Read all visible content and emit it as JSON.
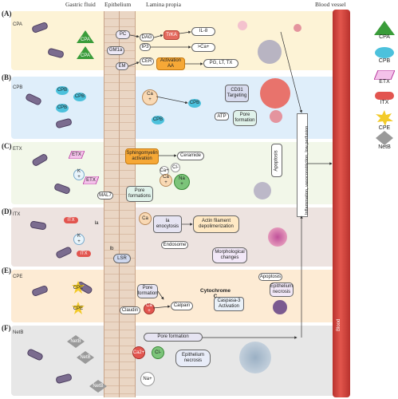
{
  "columns": {
    "gastric": "Gastric fluid",
    "epithelium": "Epithelium",
    "lamina": "Lamina propia",
    "vessel": "Blood vessel"
  },
  "panels": [
    {
      "id": "A",
      "label": "(A)",
      "name": "CPA",
      "color": "#fdf3d6"
    },
    {
      "id": "B",
      "label": "(B)",
      "name": "CPB",
      "color": "#dfeefa"
    },
    {
      "id": "C",
      "label": "(C)",
      "name": "ETX",
      "color": "#f2f7e9"
    },
    {
      "id": "D",
      "label": "(D)",
      "name": "ITX",
      "color": "#ede3e0"
    },
    {
      "id": "E",
      "label": "(E)",
      "name": "CPE",
      "color": "#fdebd4"
    },
    {
      "id": "F",
      "label": "(F)",
      "name": "NetB",
      "color": "#e7e7e7"
    }
  ],
  "legend": [
    {
      "label": "CPA",
      "shape": "triangle",
      "color": "#3a9c3a"
    },
    {
      "label": "CPB",
      "shape": "ellipse",
      "color": "#4cc1dc"
    },
    {
      "label": "ETX",
      "shape": "parallelogram",
      "color": "#e070c8"
    },
    {
      "label": "ITX",
      "shape": "capsule",
      "color": "#e2554f"
    },
    {
      "label": "CPE",
      "shape": "starburst",
      "color": "#f3cb2a"
    },
    {
      "label": "NetB",
      "shape": "diamond",
      "color": "#9a9a9a"
    }
  ],
  "panelA": {
    "pc": "PC",
    "dag": "DAG",
    "gm1a": "GM1a",
    "ip3": "IP3",
    "em": "EM",
    "cer": "CER",
    "activation": "Activation\nAA",
    "trka": "TrKA",
    "il8": "IL-8",
    "ca": ">Ca+",
    "pg": "PG, LT, TX",
    "toxin": "CPA"
  },
  "panelB": {
    "ca": "Ca\n+",
    "cpb": "CPB",
    "cd31": "CD31\nTargeting",
    "atp": "ATP",
    "pore": "Pore\nformation"
  },
  "panelC": {
    "sphingo": "Sphingomyelin\nactivation",
    "ceramide": "Ceramide",
    "k": "K\n+",
    "ca": "Ca+",
    "cl": "Cl-",
    "ca2": "Ca\n+",
    "na": "Na\n+",
    "mal7": "MAL7",
    "pore": "Pore\nformations",
    "apoptosis": "Apoptosis",
    "etx": "ETX"
  },
  "panelD": {
    "ia": "Ia",
    "k": "K\n+",
    "ca": "Ca",
    "endocytosis": "Ia\nenocytosis",
    "actin": "Actin filament\ndepolimerization",
    "endosome": "Endosome",
    "morph": "Morphological\nchanges",
    "lsr": "LSR",
    "ib": "Ib",
    "itx": "ITX"
  },
  "panelE": {
    "claudin": "Claudin",
    "pore": "Pore\nformation",
    "ca": "Ca\n+",
    "calpain": "Calpain",
    "cyto": "Cytochrome\nC",
    "caspase": "Caspasa-3\nActivation",
    "apoptosis": "Apoptosis",
    "necrosis": "Epithelium\nnecrosis",
    "cpe": "CPE"
  },
  "panelF": {
    "pore": "Pore formation",
    "ca2": "Ca2+",
    "cl": "Cl-",
    "na": "Na+",
    "necrosis": "Epithelium\nnecrosis",
    "netb": "NetB"
  },
  "inflammation": "Inflammation, vasoconstriction, low perfusion",
  "vessel_label": "Blood"
}
